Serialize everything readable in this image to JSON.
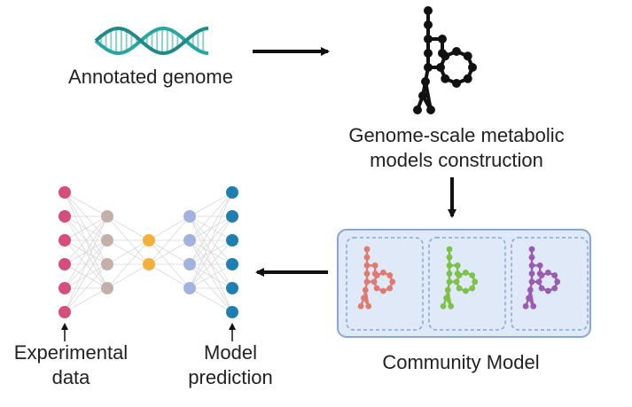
{
  "steps": {
    "genome": "Annotated genome",
    "gem_line1": "Genome-scale metabolic",
    "gem_line2": "models construction",
    "community": "Community Model",
    "experimental_line1": "Experimental",
    "experimental_line2": "data",
    "prediction_line1": "Model",
    "prediction_line2": "prediction"
  },
  "icons": {
    "dna": "dna-helix-icon",
    "network": "metabolic-network-icon",
    "neural_net": "neural-network-icon"
  },
  "colors": {
    "dna_teal": "#2aa6a0",
    "network_black": "#111111",
    "community_bg": "#dfe9f7",
    "community_border": "#8aa6d6",
    "network_red": "#e07a6e",
    "network_green": "#7cc245",
    "network_purple": "#9a5bb3",
    "nn_input": "#d64f7b",
    "nn_hidden1": "#c4b0aa",
    "nn_bottleneck": "#f2b13a",
    "nn_hidden2": "#a3b2dd",
    "nn_output": "#1f7fb0"
  }
}
